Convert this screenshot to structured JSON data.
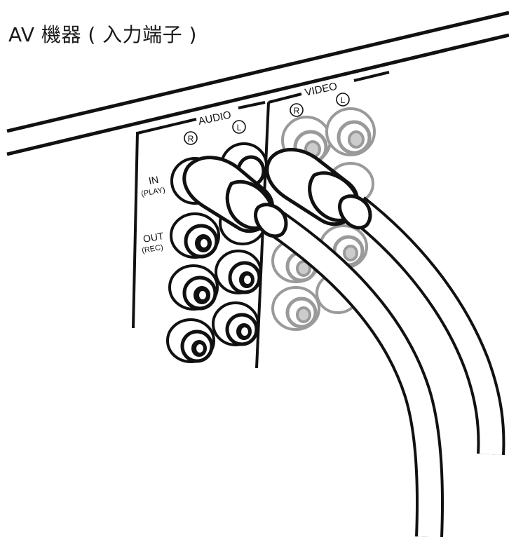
{
  "caption": "AV 機器 ( 入力端子 )",
  "labels": {
    "audio": "AUDIO",
    "video": "VIDEO",
    "audio_r": "R",
    "audio_l": "L",
    "video_r": "R",
    "video_l": "L",
    "in": "IN",
    "in_sub": "(PLAY)",
    "out": "OUT",
    "out_sub": "(REC)"
  },
  "colors": {
    "line": "#111111",
    "faded": "#9a9a9a",
    "faded_fill": "#e8e8e8"
  }
}
